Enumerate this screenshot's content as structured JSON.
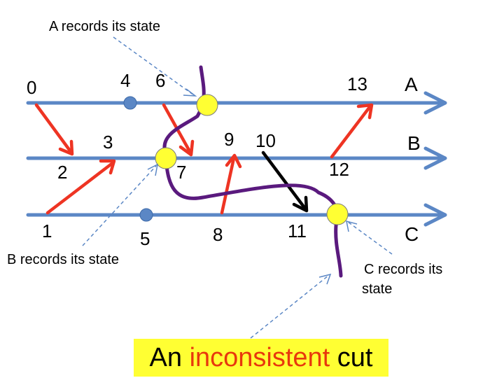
{
  "processes": {
    "A": {
      "label": "A"
    },
    "B": {
      "label": "B"
    },
    "C": {
      "label": "C"
    }
  },
  "events": [
    "0",
    "1",
    "2",
    "3",
    "4",
    "5",
    "6",
    "7",
    "8",
    "9",
    "10",
    "11",
    "12",
    "13"
  ],
  "messages": [
    {
      "from": "0",
      "to": "2"
    },
    {
      "from": "1",
      "to": "3"
    },
    {
      "from": "6",
      "to": "7"
    },
    {
      "from": "8",
      "to": "9"
    },
    {
      "from": "10",
      "to": "11",
      "crosses_cut": true
    },
    {
      "from": "12",
      "to": "13"
    }
  ],
  "annotations": {
    "a_records": "A records its state",
    "b_records": "B records its state",
    "c_records_line1": "C records its",
    "c_records_line2": "state"
  },
  "caption": {
    "prefix": "An ",
    "highlight": "inconsistent",
    "suffix": " cut"
  },
  "colors": {
    "timeline": "#5b87c5",
    "message": "#ee3423",
    "crossing_message": "#000000",
    "cut": "#5a1a7e",
    "snapshot": "#ffff33",
    "internal_event": "#5b87c5",
    "caption_bg": "#ffff33",
    "caption_highlight": "#e8380d",
    "callout": "#5b87c5"
  }
}
